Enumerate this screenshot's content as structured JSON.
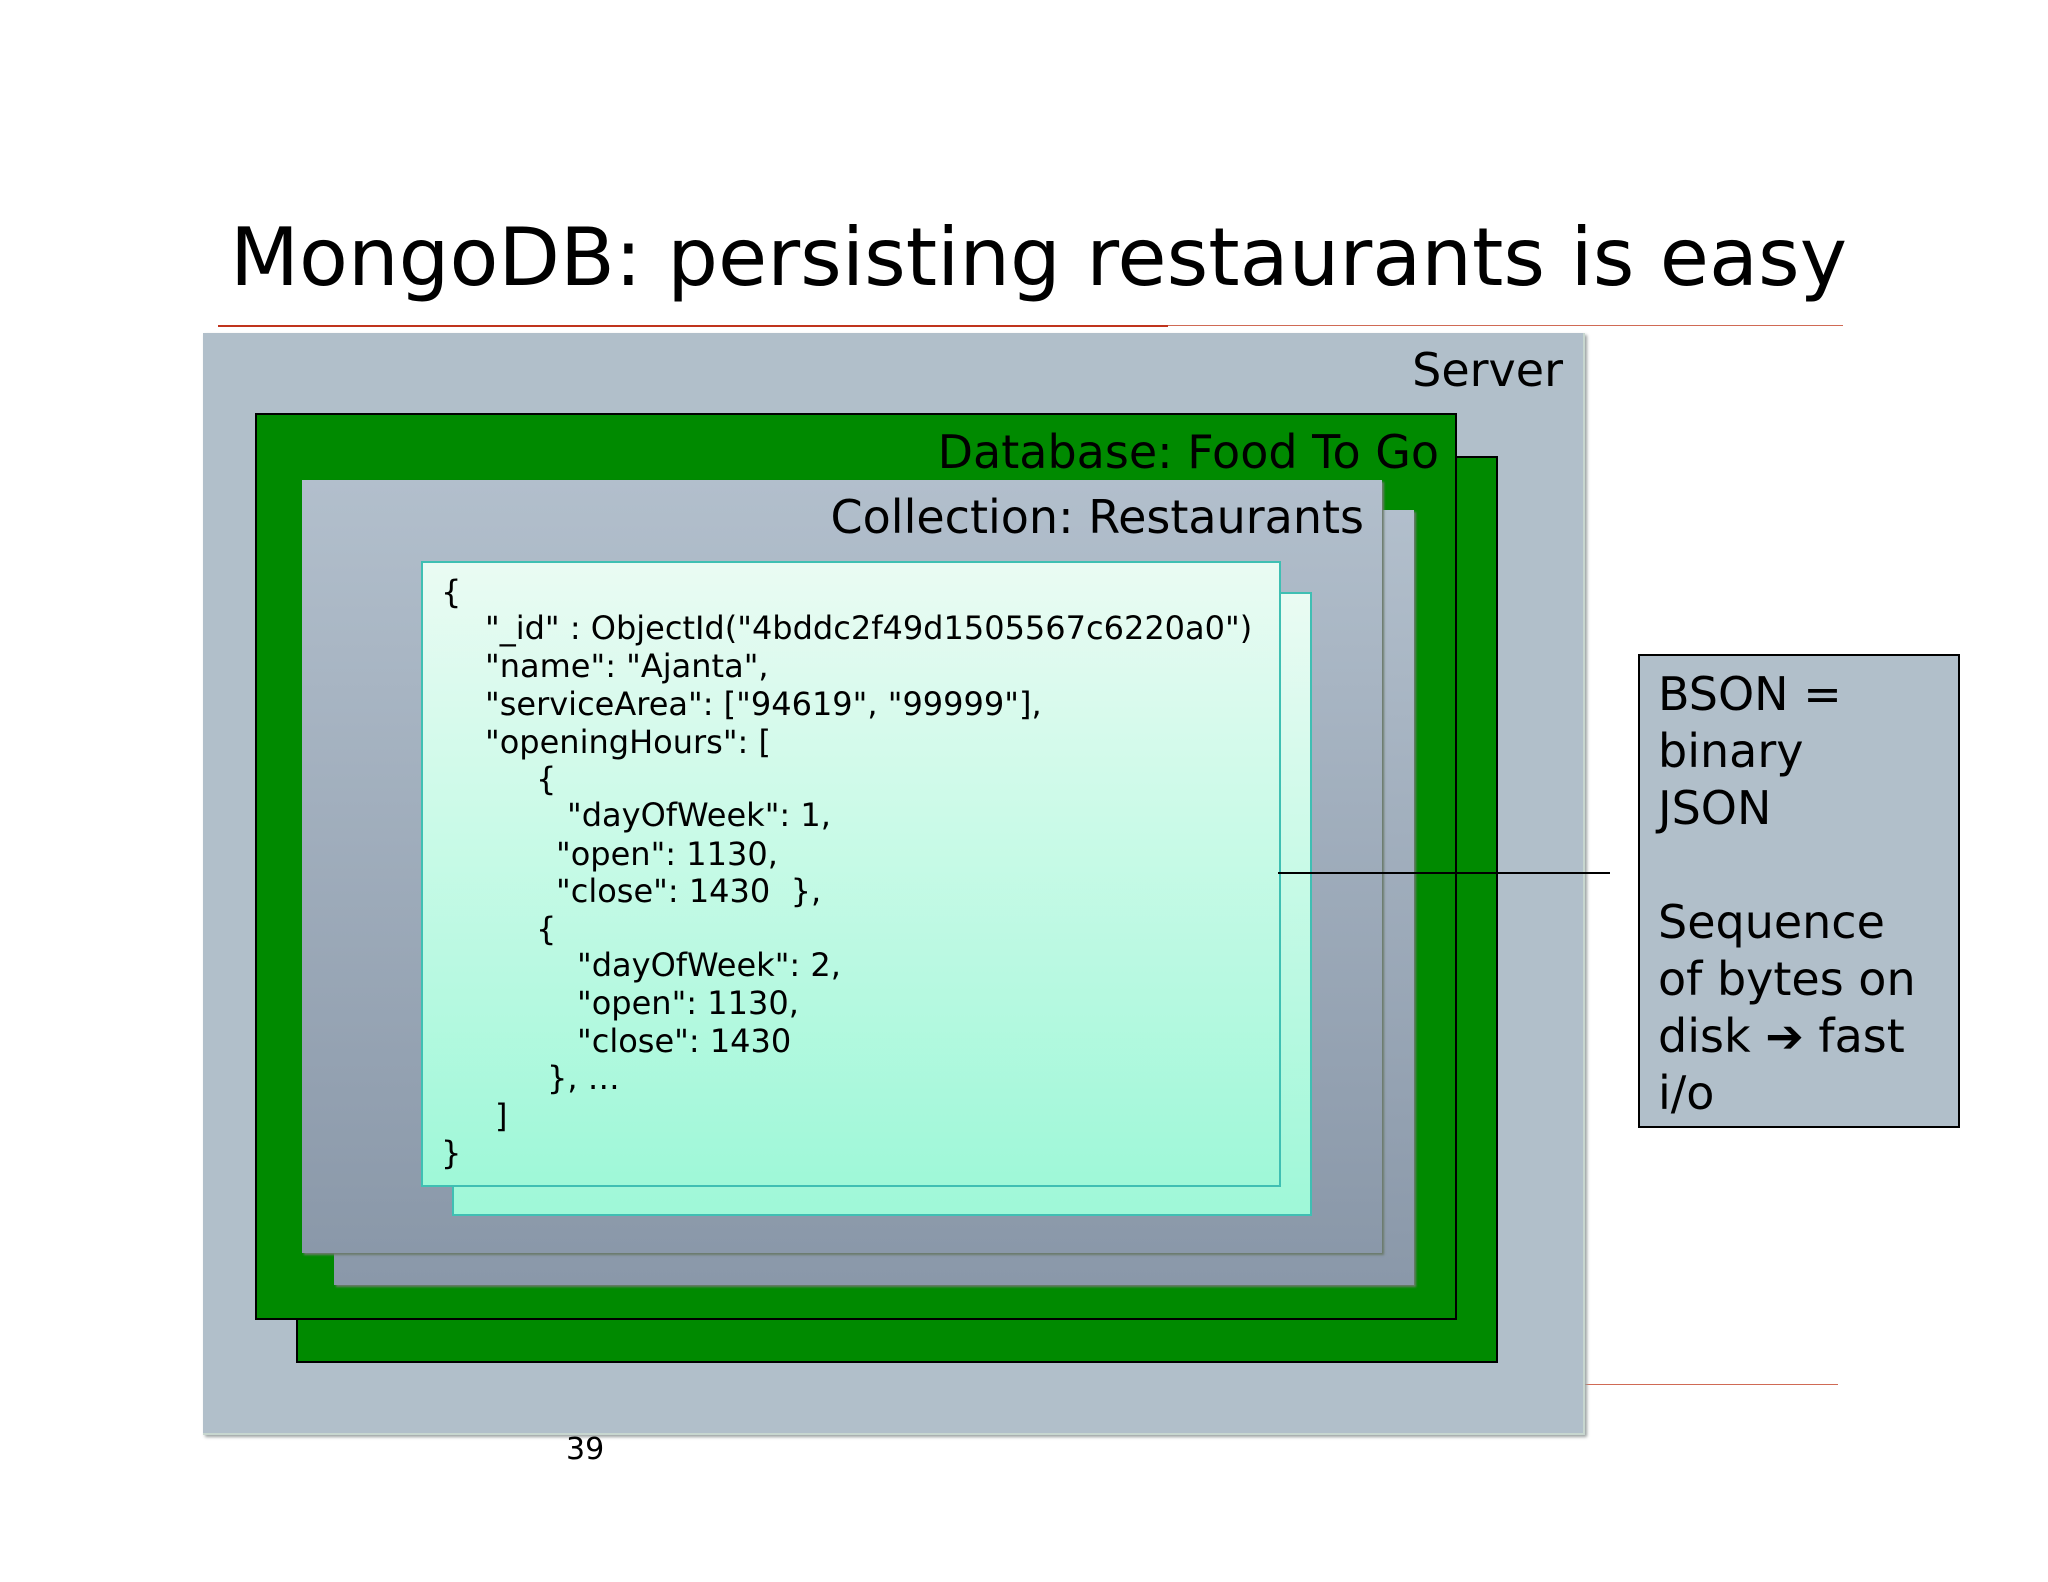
{
  "title": "MongoDB: persisting restaurants is easy",
  "server": {
    "label": "Server"
  },
  "database": {
    "label": "Database: Food To Go"
  },
  "collection": {
    "label": "Collection: Restaurants"
  },
  "document": {
    "lines": [
      "{",
      "\"_id\" : ObjectId(\"4bddc2f49d1505567c6220a0\")",
      "\"name\": \"Ajanta\",",
      "\"serviceArea\": [\"94619\", \"99999\"],",
      "\"openingHours\": [",
      "{",
      "\"dayOfWeek\": 1,",
      "\"open\": 1130,",
      "\"close\": 1430  },",
      "{",
      "\"dayOfWeek\": 2,",
      "\"open\": 1130,",
      "\"close\": 1430",
      "}, …",
      "]",
      "}"
    ]
  },
  "note": {
    "lines": [
      "BSON =",
      "binary",
      "JSON",
      "",
      "Sequence",
      "of bytes on",
      "disk ➔ fast",
      "i/o"
    ]
  },
  "page_number": "39",
  "colors": {
    "rule": "#c0341d",
    "server": "#b1bfca",
    "database": "#008a00",
    "collection": "#a5b2c1",
    "document": "#c8fbe9"
  }
}
